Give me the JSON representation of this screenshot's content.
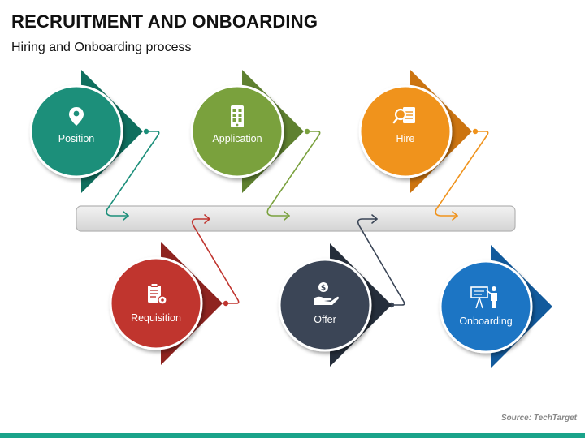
{
  "header": {
    "title": "RECRUITMENT AND ONBOARDING",
    "subtitle": "Hiring and Onboarding process"
  },
  "footer": {
    "source": "Source: TechTarget",
    "accent_color": "#1aa38a"
  },
  "steps": [
    {
      "label": "Position",
      "icon": "location-pin-icon",
      "color": "#1c8f7a",
      "dark": "#0f6f5e"
    },
    {
      "label": "Application",
      "icon": "mobile-app-icon",
      "color": "#7aa13e",
      "dark": "#5f8130"
    },
    {
      "label": "Hire",
      "icon": "resume-search-icon",
      "color": "#f0931c",
      "dark": "#cc7410"
    },
    {
      "label": "Requisition",
      "icon": "clipboard-gear-icon",
      "color": "#c0352f",
      "dark": "#8f2420"
    },
    {
      "label": "Offer",
      "icon": "money-hand-icon",
      "color": "#3a4556",
      "dark": "#252e3b"
    },
    {
      "label": "Onboarding",
      "icon": "presentation-icon",
      "color": "#1a74c4",
      "dark": "#125a9c"
    }
  ]
}
